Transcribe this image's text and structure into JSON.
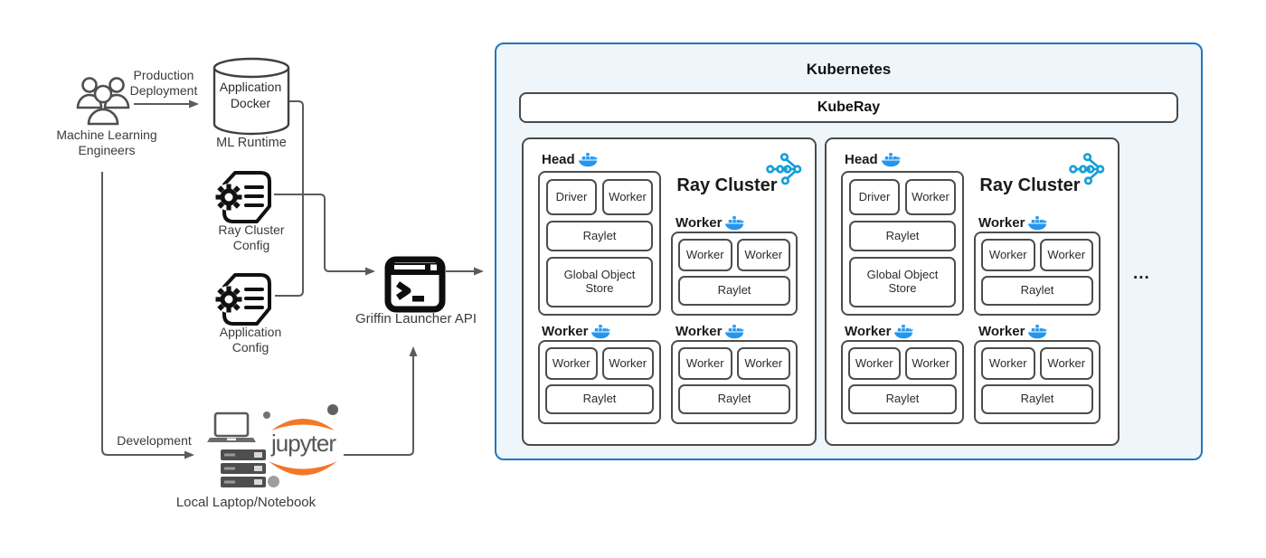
{
  "colors": {
    "kubernetes_border": "#2176bd",
    "kubernetes_bg": "#eef6fb",
    "box_border": "#4a4a4a",
    "line": "#5b5b5b",
    "docker_blue": "#2496ed",
    "ray_blue": "#149fd6",
    "jupyter_orange": "#f37726"
  },
  "left": {
    "engineers_label": "Machine Learning Engineers",
    "production_label": "Production Deployment",
    "development_label": "Development",
    "app_docker": {
      "title": "Application Docker",
      "subtitle": "ML Runtime"
    },
    "ray_cluster_config_label": "Ray Cluster Config",
    "application_config_label": "Application Config",
    "griffin_label": "Griffin Launcher API",
    "jupyter_text": "jupyter",
    "local_label": "Local Laptop/Notebook"
  },
  "kubernetes": {
    "title": "Kubernetes",
    "kuberay_label": "KubeRay",
    "ellipsis": "...",
    "clusters": [
      {
        "title": "Ray Cluster",
        "head_label": "Head",
        "head": {
          "driver": "Driver",
          "worker": "Worker",
          "raylet": "Raylet",
          "store": "Global Object Store"
        },
        "worker_groups": [
          {
            "label": "Worker",
            "workers": [
              "Worker",
              "Worker"
            ],
            "raylet": "Raylet"
          },
          {
            "label": "Worker",
            "workers": [
              "Worker",
              "Worker"
            ],
            "raylet": "Raylet"
          },
          {
            "label": "Worker",
            "workers": [
              "Worker",
              "Worker"
            ],
            "raylet": "Raylet"
          }
        ]
      },
      {
        "title": "Ray Cluster",
        "head_label": "Head",
        "head": {
          "driver": "Driver",
          "worker": "Worker",
          "raylet": "Raylet",
          "store": "Global Object Store"
        },
        "worker_groups": [
          {
            "label": "Worker",
            "workers": [
              "Worker",
              "Worker"
            ],
            "raylet": "Raylet"
          },
          {
            "label": "Worker",
            "workers": [
              "Worker",
              "Worker"
            ],
            "raylet": "Raylet"
          },
          {
            "label": "Worker",
            "workers": [
              "Worker",
              "Worker"
            ],
            "raylet": "Raylet"
          }
        ]
      }
    ]
  }
}
